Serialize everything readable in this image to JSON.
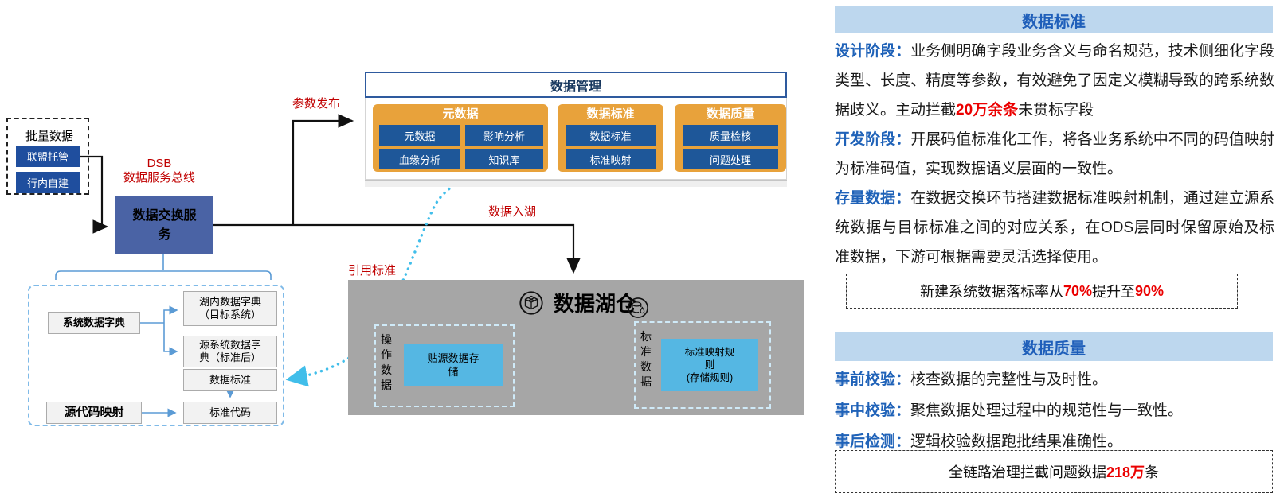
{
  "colors": {
    "accent_blue": "#1F4E9E",
    "exchange_blue": "#4A63A5",
    "orange": "#E8A23B",
    "cell_blue": "#1E5799",
    "gray_lake": "#A6A6A6",
    "cyan": "#55B7E3",
    "dotted_cyan": "#41BEEA",
    "bar_lightblue": "#BDD7EE",
    "lead_blue": "#1F62B8",
    "red_label": "#C00000",
    "red_emph": "#EB0000"
  },
  "left": {
    "batch": {
      "title": "批量数据",
      "items": [
        "联盟托管",
        "行内自建"
      ]
    },
    "dsb_label": "DSB\n数据服务总线",
    "exchange_box": "数据交换服\n务",
    "labels": {
      "param": "参数发布",
      "lake": "数据入湖",
      "ref": "引用标准"
    },
    "dict": {
      "sys": "系统数据字典",
      "lake_dict": "湖内数据字典\n（目标系统）",
      "src_dict": "源系统数据字\n典（标准后）",
      "std": "数据标准",
      "src_code": "源代码映射",
      "std_code": "标准代码"
    }
  },
  "mgmt": {
    "title": "数据管理",
    "groups": [
      {
        "title": "元数据",
        "items": [
          "元数据",
          "影响分析",
          "血缘分析",
          "知识库"
        ]
      },
      {
        "title": "数据标准",
        "items": [
          "数据标准",
          "标准映射"
        ]
      },
      {
        "title": "数据质量",
        "items": [
          "质量检核",
          "问题处理"
        ]
      }
    ]
  },
  "lake": {
    "title": "数据湖仓",
    "icons": [
      "cube-circle-icon",
      "database-circle-icon"
    ],
    "zones": [
      {
        "label": "操作数据",
        "box": "贴源数据存\n储"
      },
      {
        "label": "标准数据",
        "box": "标准映射规\n则\n(存储规则)"
      }
    ]
  },
  "right": {
    "sections": [
      {
        "title": "数据标准",
        "paragraphs": [
          [
            {
              "k": "lead",
              "t": "设计阶段："
            },
            {
              "k": "text",
              "t": "业务侧明确字段业务含义与命名规范，技术侧细化字段类型、长度、精度等参数，有效避免了因定义模糊导致的跨系统数据歧义。主动拦截"
            },
            {
              "k": "red",
              "t": "20万余条"
            },
            {
              "k": "text",
              "t": "未贯标字段"
            }
          ],
          [
            {
              "k": "lead",
              "t": "开发阶段："
            },
            {
              "k": "text",
              "t": "开展码值标准化工作，将各业务系统中不同的码值映射为标准码值，实现数据语义层面的一致性。"
            }
          ],
          [
            {
              "k": "lead",
              "t": "存量数据："
            },
            {
              "k": "text",
              "t": "在数据交换环节搭建数据标准映射机制，通过建立源系统数据与目标标准之间的对应关系，在ODS层同时保留原始及标准数据，下游可根据需要灵活选择使用。"
            }
          ]
        ],
        "callout": [
          {
            "k": "text",
            "t": "新建系统数据落标率从"
          },
          {
            "k": "red",
            "t": "70%"
          },
          {
            "k": "text",
            "t": "提升至"
          },
          {
            "k": "red",
            "t": "90%"
          }
        ]
      },
      {
        "title": "数据质量",
        "paragraphs": [
          [
            {
              "k": "lead",
              "t": "事前校验："
            },
            {
              "k": "text",
              "t": "核查数据的完整性与及时性。"
            }
          ],
          [
            {
              "k": "lead",
              "t": "事中校验："
            },
            {
              "k": "text",
              "t": "聚焦数据处理过程中的规范性与一致性。"
            }
          ],
          [
            {
              "k": "lead",
              "t": "事后检测："
            },
            {
              "k": "text",
              "t": "逻辑校验数据跑批结果准确性。"
            }
          ]
        ],
        "callout": [
          {
            "k": "text",
            "t": "全链路治理拦截问题数据"
          },
          {
            "k": "red",
            "t": "218万"
          },
          {
            "k": "text",
            "t": "条"
          }
        ]
      }
    ]
  }
}
